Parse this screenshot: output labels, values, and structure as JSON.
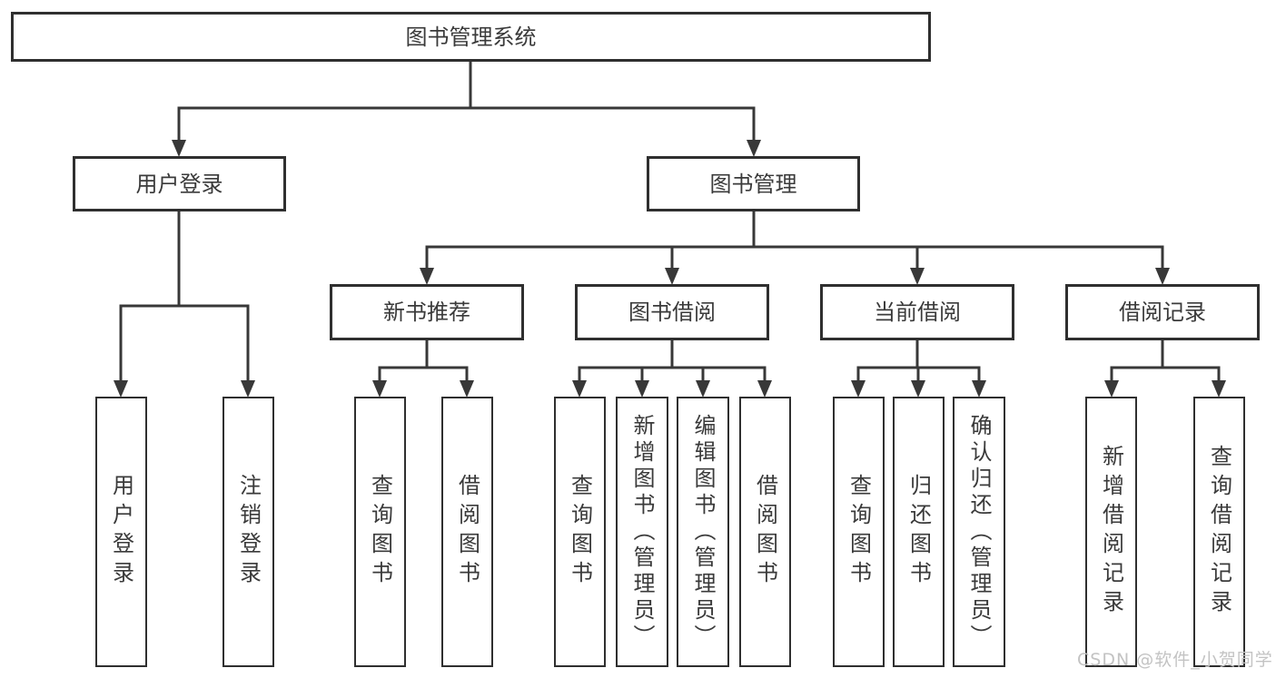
{
  "tree": {
    "root": {
      "label": "图书管理系统"
    },
    "branches": [
      {
        "label": "用户登录",
        "children": [
          {
            "label": "用户登录"
          },
          {
            "label": "注销登录"
          }
        ]
      },
      {
        "label": "图书管理",
        "children": [
          {
            "label": "新书推荐",
            "children": [
              {
                "label": "查询图书"
              },
              {
                "label": "借阅图书"
              }
            ]
          },
          {
            "label": "图书借阅",
            "children": [
              {
                "label": "查询图书"
              },
              {
                "label": "新增图书（管理员）"
              },
              {
                "label": "编辑图书（管理员）"
              },
              {
                "label": "借阅图书"
              }
            ]
          },
          {
            "label": "当前借阅",
            "children": [
              {
                "label": "查询图书"
              },
              {
                "label": "归还图书"
              },
              {
                "label": "确认归还（管理员）"
              }
            ]
          },
          {
            "label": "借阅记录",
            "children": [
              {
                "label": "新增借阅记录"
              },
              {
                "label": "查询借阅记录"
              }
            ]
          }
        ]
      }
    ]
  },
  "watermark": {
    "text": "CSDN @软件_小贺同学",
    "color": "#c3c3c3"
  },
  "colors": {
    "line": "#383838",
    "box_border": "#2f2f2f",
    "text": "#3a3a3a",
    "background": "#ffffff"
  }
}
